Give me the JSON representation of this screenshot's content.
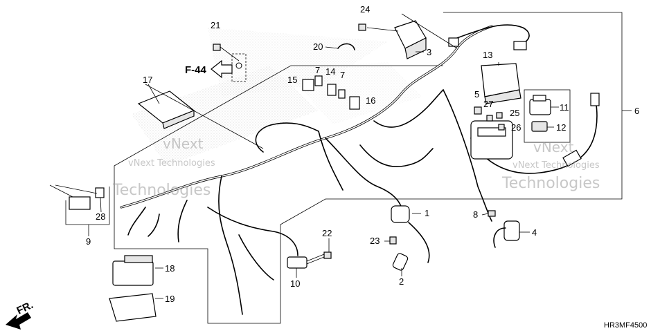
{
  "diagram": {
    "callouts": {
      "c1": "1",
      "c2": "2",
      "c3": "3",
      "c4": "4",
      "c5": "5",
      "c6": "6",
      "c7a": "7",
      "c7b": "7",
      "c8": "8",
      "c9": "9",
      "c10": "10",
      "c11": "11",
      "c12": "12",
      "c13": "13",
      "c14": "14",
      "c15": "15",
      "c16": "16",
      "c17": "17",
      "c18": "18",
      "c19": "19",
      "c20": "20",
      "c21": "21",
      "c22": "22",
      "c23": "23",
      "c24": "24",
      "c25": "25",
      "c26": "26",
      "c27": "27",
      "c28": "28"
    },
    "reference": "F-44",
    "front_label": "FR.",
    "drawing_code": "HR3MF4500",
    "watermark": {
      "line1": "vNext Technologies",
      "line2": "Technologies",
      "line3": "vNext"
    }
  }
}
